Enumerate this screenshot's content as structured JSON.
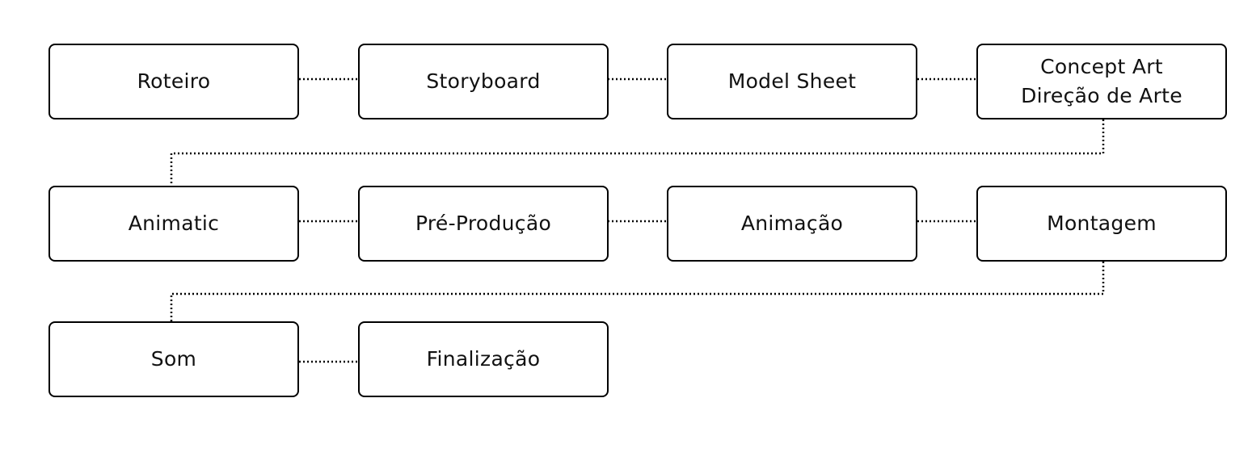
{
  "diagram": {
    "nodes": [
      {
        "id": "roteiro",
        "label": "Roteiro"
      },
      {
        "id": "storyboard",
        "label": "Storyboard"
      },
      {
        "id": "model-sheet",
        "label": "Model Sheet"
      },
      {
        "id": "concept-art",
        "label": "Concept Art\nDireção de Arte"
      },
      {
        "id": "animatic",
        "label": "Animatic"
      },
      {
        "id": "pre-producao",
        "label": "Pré-Produção"
      },
      {
        "id": "animacao",
        "label": "Animação"
      },
      {
        "id": "montagem",
        "label": "Montagem"
      },
      {
        "id": "som",
        "label": "Som"
      },
      {
        "id": "finalizacao",
        "label": "Finalização"
      }
    ],
    "edges": [
      {
        "from": "roteiro",
        "to": "storyboard"
      },
      {
        "from": "storyboard",
        "to": "model-sheet"
      },
      {
        "from": "model-sheet",
        "to": "concept-art"
      },
      {
        "from": "concept-art",
        "to": "animatic"
      },
      {
        "from": "animatic",
        "to": "pre-producao"
      },
      {
        "from": "pre-producao",
        "to": "animacao"
      },
      {
        "from": "animacao",
        "to": "montagem"
      },
      {
        "from": "montagem",
        "to": "som"
      },
      {
        "from": "som",
        "to": "finalizacao"
      }
    ],
    "line_style": "dotted",
    "colors": {
      "border": "#000000",
      "text": "#111111",
      "background": "#ffffff"
    }
  }
}
